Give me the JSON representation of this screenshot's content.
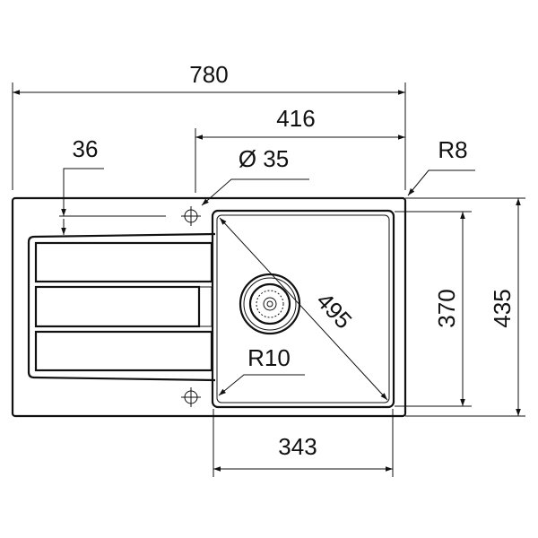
{
  "title": "Sink dimension drawing",
  "dimensions": {
    "overall_width": "780",
    "bowl_offset": "416",
    "drainer_offset": "36",
    "tap_hole": "Ø 35",
    "corner_radius_outer": "R8",
    "bowl_diagonal": "495",
    "bowl_corner_radius": "R10",
    "bowl_depth": "370",
    "overall_depth": "435",
    "bowl_width": "343"
  }
}
